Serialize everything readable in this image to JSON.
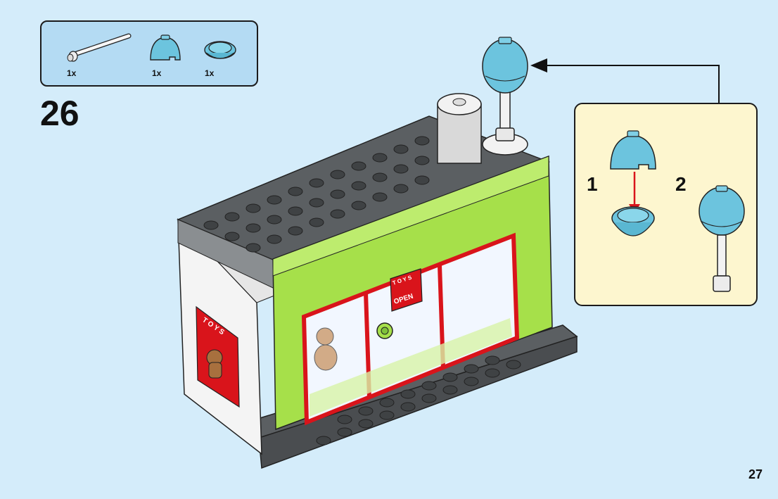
{
  "parts_list": {
    "items": [
      {
        "icon": "bar-with-stopper-icon",
        "quantity": "1x"
      },
      {
        "icon": "dome-top-icon",
        "quantity": "1x"
      },
      {
        "icon": "dome-bottom-icon",
        "quantity": "1x"
      }
    ]
  },
  "step": {
    "number": "26"
  },
  "callout": {
    "sub_steps": [
      {
        "number": "1"
      },
      {
        "number": "2"
      }
    ]
  },
  "scene": {
    "sign_front_line1": "T O Y S",
    "sign_front_line2": "OPEN",
    "poster_side_text": "T O Y S",
    "colors": {
      "background": "#d4ecfa",
      "parts_box": "#b4dbf3",
      "callout": "#fdf6cf",
      "lime": "#a6e04a",
      "dark_gray": "#5b5f62",
      "red": "#d9141b",
      "balloon_blue": "#6cc4de"
    }
  },
  "page": {
    "number": "27"
  }
}
